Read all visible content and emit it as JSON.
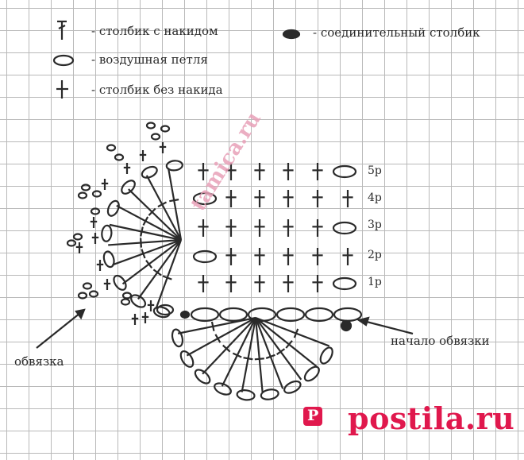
{
  "legend": {
    "dc_label": "- столбик с накидом",
    "chain_label": "- воздушная петля",
    "sc_label": "- столбик без накида",
    "slip_label": "- соединительный столбик"
  },
  "rows": [
    "5р",
    "4р",
    "3р",
    "2р",
    "1р"
  ],
  "labels": {
    "edging": "обвязка",
    "edging_start": "начало обвязки"
  },
  "watermarks": {
    "diagonal": "tamica.ru",
    "postila": "postila.ru"
  },
  "colors": {
    "ink": "#2a2a2a",
    "watermark_pink": "#e8a0b8",
    "postila_red": "#e0184d"
  }
}
